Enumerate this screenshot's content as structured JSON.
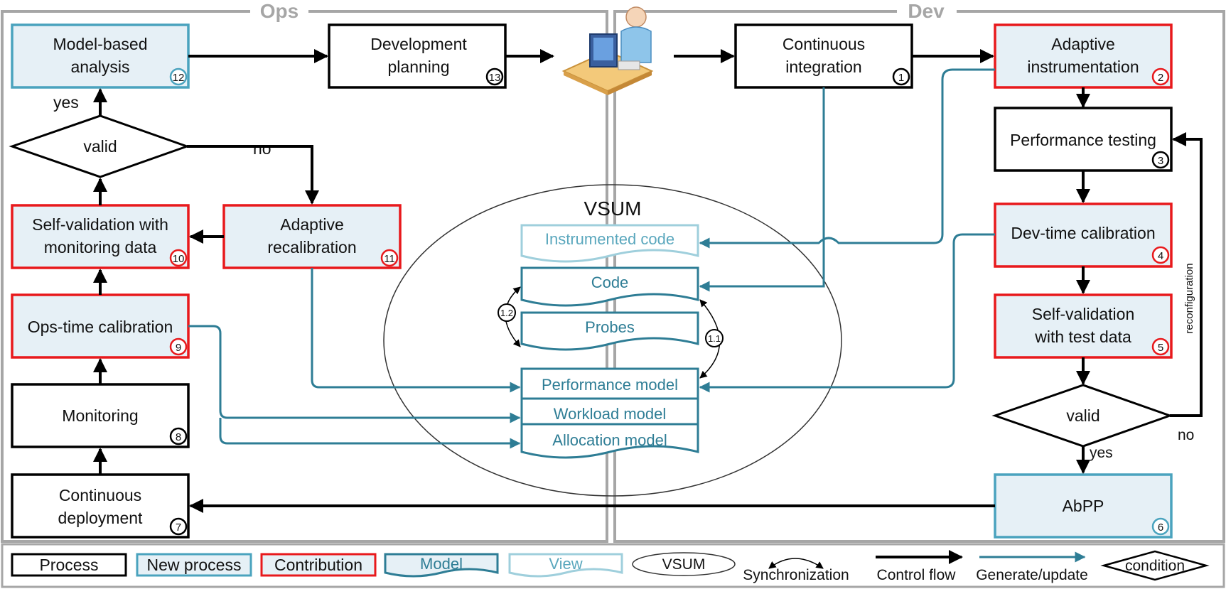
{
  "sections": {
    "ops": "Ops",
    "dev": "Dev"
  },
  "ops": {
    "model_based_analysis": {
      "label": [
        "Model-based",
        "analysis"
      ],
      "num": "12"
    },
    "development_planning": {
      "label": [
        "Development",
        "planning"
      ],
      "num": "13"
    },
    "valid": "valid",
    "yes": "yes",
    "no": "no",
    "self_validation_monitoring": {
      "label": [
        "Self-validation with",
        "monitoring data"
      ],
      "num": "10"
    },
    "adaptive_recalibration": {
      "label": [
        "Adaptive",
        "recalibration"
      ],
      "num": "11"
    },
    "ops_time_calibration": {
      "label": [
        "Ops-time calibration"
      ],
      "num": "9"
    },
    "monitoring": {
      "label": [
        "Monitoring"
      ],
      "num": "8"
    },
    "continuous_deployment": {
      "label": [
        "Continuous",
        "deployment"
      ],
      "num": "7"
    }
  },
  "dev": {
    "continuous_integration": {
      "label": [
        "Continuous",
        "integration"
      ],
      "num": "1"
    },
    "adaptive_instrumentation": {
      "label": [
        "Adaptive",
        "instrumentation"
      ],
      "num": "2"
    },
    "performance_testing": {
      "label": [
        "Performance testing"
      ],
      "num": "3"
    },
    "dev_time_calibration": {
      "label": [
        "Dev-time calibration"
      ],
      "num": "4"
    },
    "self_validation_test": {
      "label": [
        "Self-validation",
        "with test data"
      ],
      "num": "5"
    },
    "valid": "valid",
    "yes": "yes",
    "no": "no",
    "reconfiguration": "reconfiguration",
    "abpp": {
      "label": [
        "AbPP"
      ],
      "num": "6"
    }
  },
  "vsum": {
    "title": "VSUM",
    "instrumented_code": "Instrumented code",
    "code": "Code",
    "probes": "Probes",
    "performance_model": "Performance model",
    "workload_model": "Workload model",
    "allocation_model": "Allocation model",
    "sync_1_1": "1.1",
    "sync_1_2": "1.2"
  },
  "legend": {
    "process": "Process",
    "new_process": "New process",
    "contribution": "Contribution",
    "model": "Model",
    "view": "View",
    "vsum": "VSUM",
    "synchronization": "Synchronization",
    "control_flow": "Control flow",
    "generate_update": "Generate/update",
    "condition": "condition"
  },
  "colors": {
    "new_process_fill": "#e6f0f6",
    "new_process_border": "#4aa3be",
    "contribution_border": "#e8191c",
    "model_stroke": "#2e7d95",
    "view_stroke": "#9fcfdc",
    "frame_grey": "#a6a6a6"
  }
}
